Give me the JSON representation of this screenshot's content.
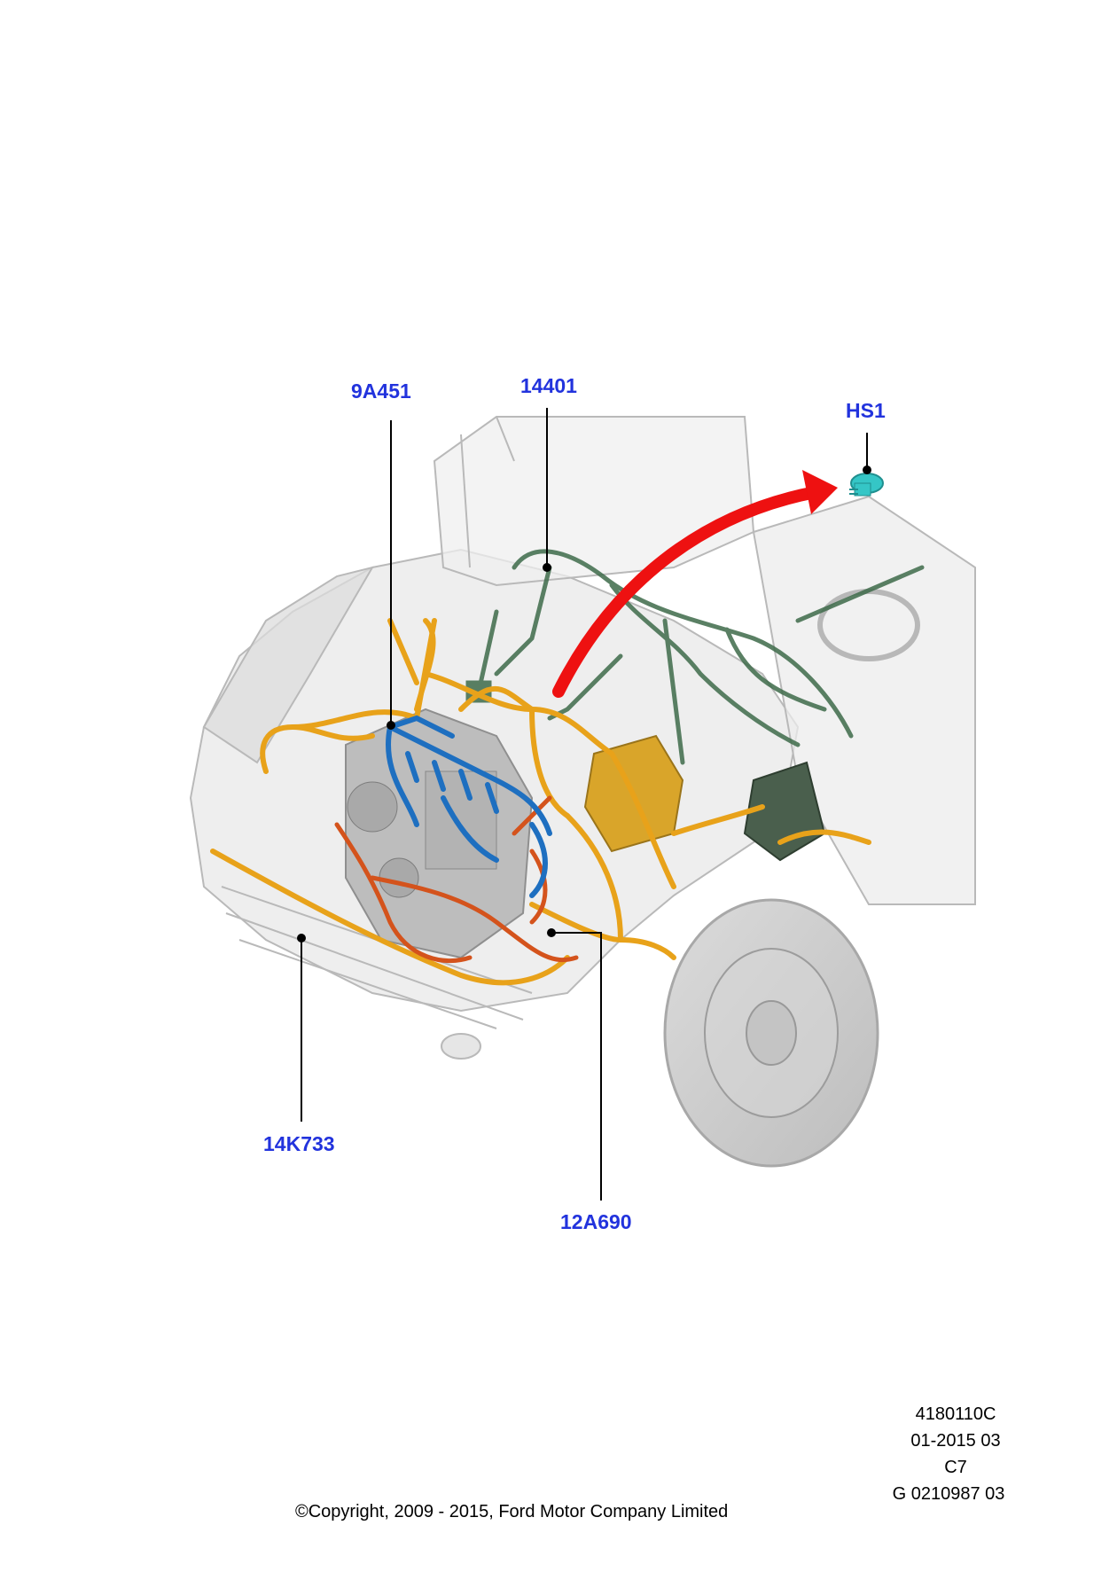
{
  "callouts": {
    "harness_9a451": "9A451",
    "harness_14401": "14401",
    "part_hs1": "HS1",
    "harness_14k733": "14K733",
    "harness_12a690": "12A690"
  },
  "reference": {
    "code": "4180110C",
    "date": "01-2015 03",
    "variant": "C7",
    "part": "G 0210987 03"
  },
  "copyright": "©Copyright, 2009 - 2015, Ford Motor Company Limited",
  "colors": {
    "callout_text": "#2233dd",
    "engine_harness": "#1e6fc0",
    "main_harness": "#e8a21a",
    "starter_harness": "#d4531c",
    "dash_harness": "#3e6b4a",
    "arrow": "#ee1111",
    "clip": "#35c6c6"
  }
}
